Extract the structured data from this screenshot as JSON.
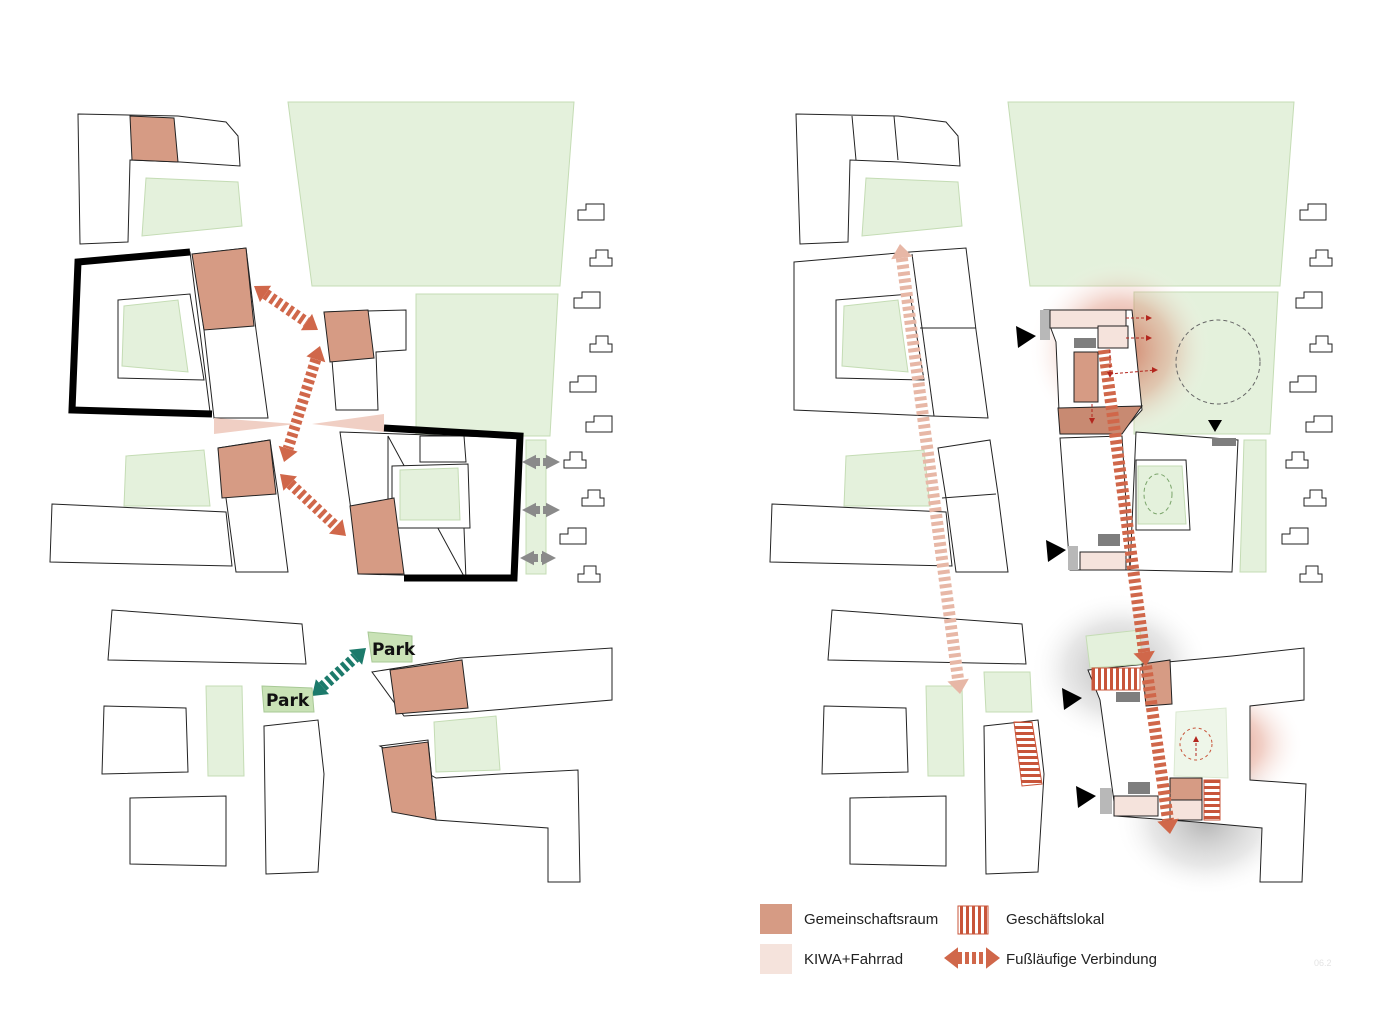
{
  "colors": {
    "community": "#d69b84",
    "kiwa": "#f5e3dc",
    "shop_stripe": "#c8553a",
    "connection": "#d0674a",
    "connection_light": "#e7b7a6",
    "green": "#e4f1dc",
    "green_stroke": "#c4dcb4",
    "park_arrow": "#1c7a6b",
    "building_stroke": "#222222"
  },
  "labels": {
    "park_left": "Park",
    "park_right": "Park"
  },
  "legend": {
    "community": "Gemeinschaftsraum",
    "kiwa": "KIWA+Fahrrad",
    "shop": "Geschäftslokal",
    "connection": "Fußläufige Verbindung"
  },
  "page_number": "06.2",
  "icons": {
    "entrance": "entrance-triangle-icon",
    "two_way": "double-arrow-icon",
    "small_arrow": "dashed-arrow-icon"
  }
}
